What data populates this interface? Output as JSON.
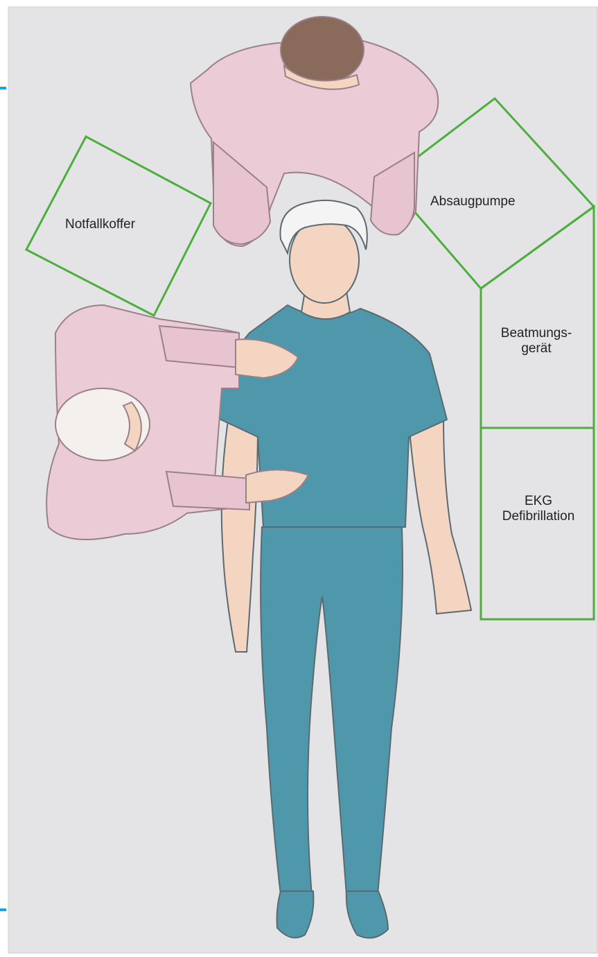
{
  "labels": {
    "notfallkoffer": "Notfallkoffer",
    "absaugpumpe": "Absaugpumpe",
    "beatmung_line1": "Beatmungs-",
    "beatmung_line2": "gerät",
    "ekg_line1": "EKG",
    "ekg_line2": "Defibrillation"
  },
  "colors": {
    "background": "#e4e4e6",
    "zone_outline": "#4cae3c",
    "helper_clothing": "#eacbd6",
    "patient_clothing": "#4f98ab",
    "skin": "#f3d5c2",
    "patient_hair": "#f4f4f4",
    "helper_hair": "#8a6a5a",
    "edge_marker": "#1aa3e0"
  }
}
